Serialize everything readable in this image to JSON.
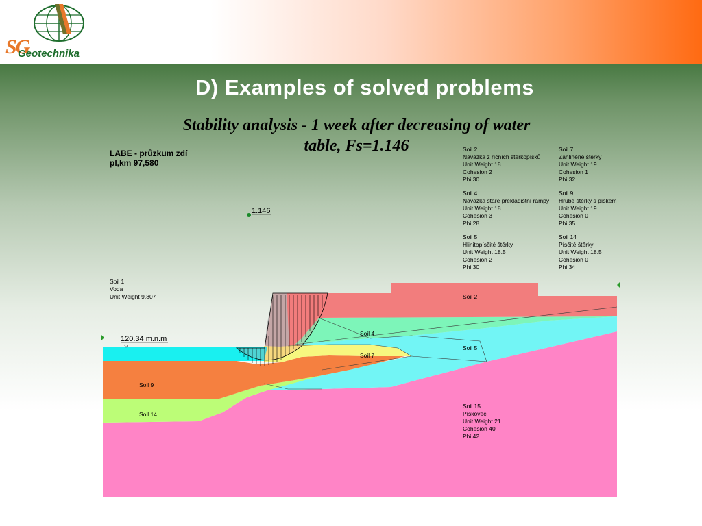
{
  "header": {
    "logo_mark": "SG",
    "logo_text": "Geotechnika",
    "logo_icon": "globe-with-letter-icon"
  },
  "title": "D) Examples of solved problems",
  "subtitle_line1": "Stability analysis - 1 week after decreasing of water",
  "subtitle_line2": "table, Fs=1.146",
  "diagram": {
    "project_line1": "LABE - průzkum zdí",
    "project_line2": "pl,km 97,580",
    "fs_label": "1.146",
    "water_level_label": "120.34 m.n.m",
    "legend": [
      {
        "lines": [
          "Soil  2",
          "Navážka z říčních štěrkopísků",
          "Unit Weight  18",
          "Cohesion  2",
          "Phi  30"
        ]
      },
      {
        "lines": [
          "Soil  7",
          "Zahliněné štěrky",
          "Unit Weight  19",
          "Cohesion  1",
          "Phi  32"
        ]
      },
      {
        "lines": [
          "Soil  4",
          "Navážka staré překladištní rampy",
          "Unit Weight  18",
          "Cohesion  3",
          "Phi  28"
        ]
      },
      {
        "lines": [
          "Soil  9",
          "Hrubé štěrky s pískem",
          "Unit Weight  19",
          "Cohesion  0",
          "Phi  35"
        ]
      },
      {
        "lines": [
          "Soil  5",
          "Hlinitopísčité štěrky",
          "Unit Weight  18.5",
          "Cohesion  2",
          "Phi  30"
        ]
      },
      {
        "lines": [
          "Soil  14",
          "Písčité štěrky",
          "Unit Weight  18.5",
          "Cohesion  0",
          "Phi  34"
        ]
      }
    ],
    "soil1": [
      "Soil  1",
      "Voda",
      "Unit Weight  9.807"
    ],
    "soil15": [
      "Soil  15",
      "Pískovec",
      "Unit Weight  21",
      "Cohesion  40",
      "Phi  42"
    ],
    "region_labels": {
      "soil2": "Soil 2",
      "soil4": "Soil 4",
      "soil5": "Soil 5",
      "soil7": "Soil 7",
      "soil9": "Soil 9",
      "soil14": "Soil 14"
    },
    "colors": {
      "soil2": "#f27d7d",
      "soil4": "#7df5b9",
      "soil5": "#72f5f5",
      "soil7": "#f7f77f",
      "soil9": "#f58040",
      "soil14": "#bcfd77",
      "soil15": "#ff84c6",
      "water": "#19f0f0",
      "slip_surface": "#a0a0a0"
    }
  }
}
